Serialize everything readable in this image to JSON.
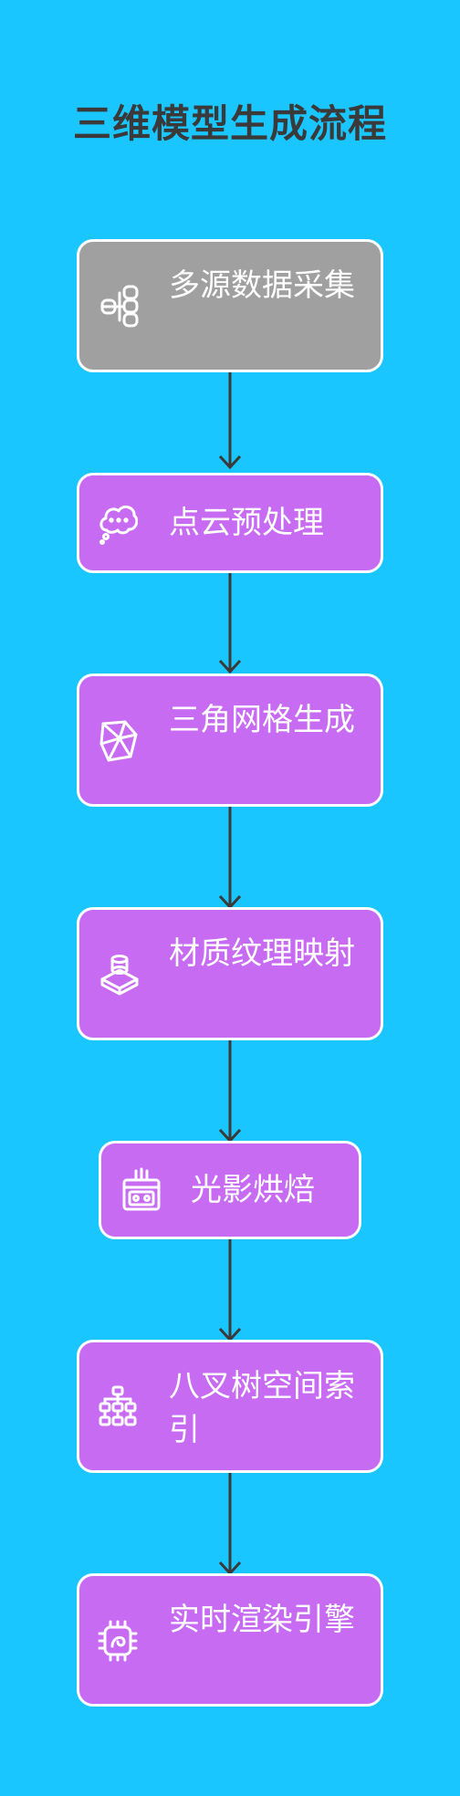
{
  "title": "三维模型生成流程",
  "nodes": [
    {
      "label": "多源数据采集",
      "icon": "server-stack-icon",
      "color": "#A0A0A0"
    },
    {
      "label": "点云预处理",
      "icon": "thought-bubble-icon",
      "color": "#C86BF3"
    },
    {
      "label": "三角网格生成",
      "icon": "mesh-polygon-icon",
      "color": "#C86BF3"
    },
    {
      "label": "材质纹理映射",
      "icon": "object-on-platform-icon",
      "color": "#C86BF3"
    },
    {
      "label": "光影烘焙",
      "icon": "oven-icon",
      "color": "#C86BF3"
    },
    {
      "label": "八叉树空间索引",
      "icon": "hierarchy-tree-icon",
      "color": "#C86BF3"
    },
    {
      "label": "实时渲染引擎",
      "icon": "processor-chip-icon",
      "color": "#C86BF3"
    }
  ],
  "colors": {
    "background": "#1AC6FF",
    "arrow": "#3a3a3a",
    "title": "#3a3a3a"
  }
}
